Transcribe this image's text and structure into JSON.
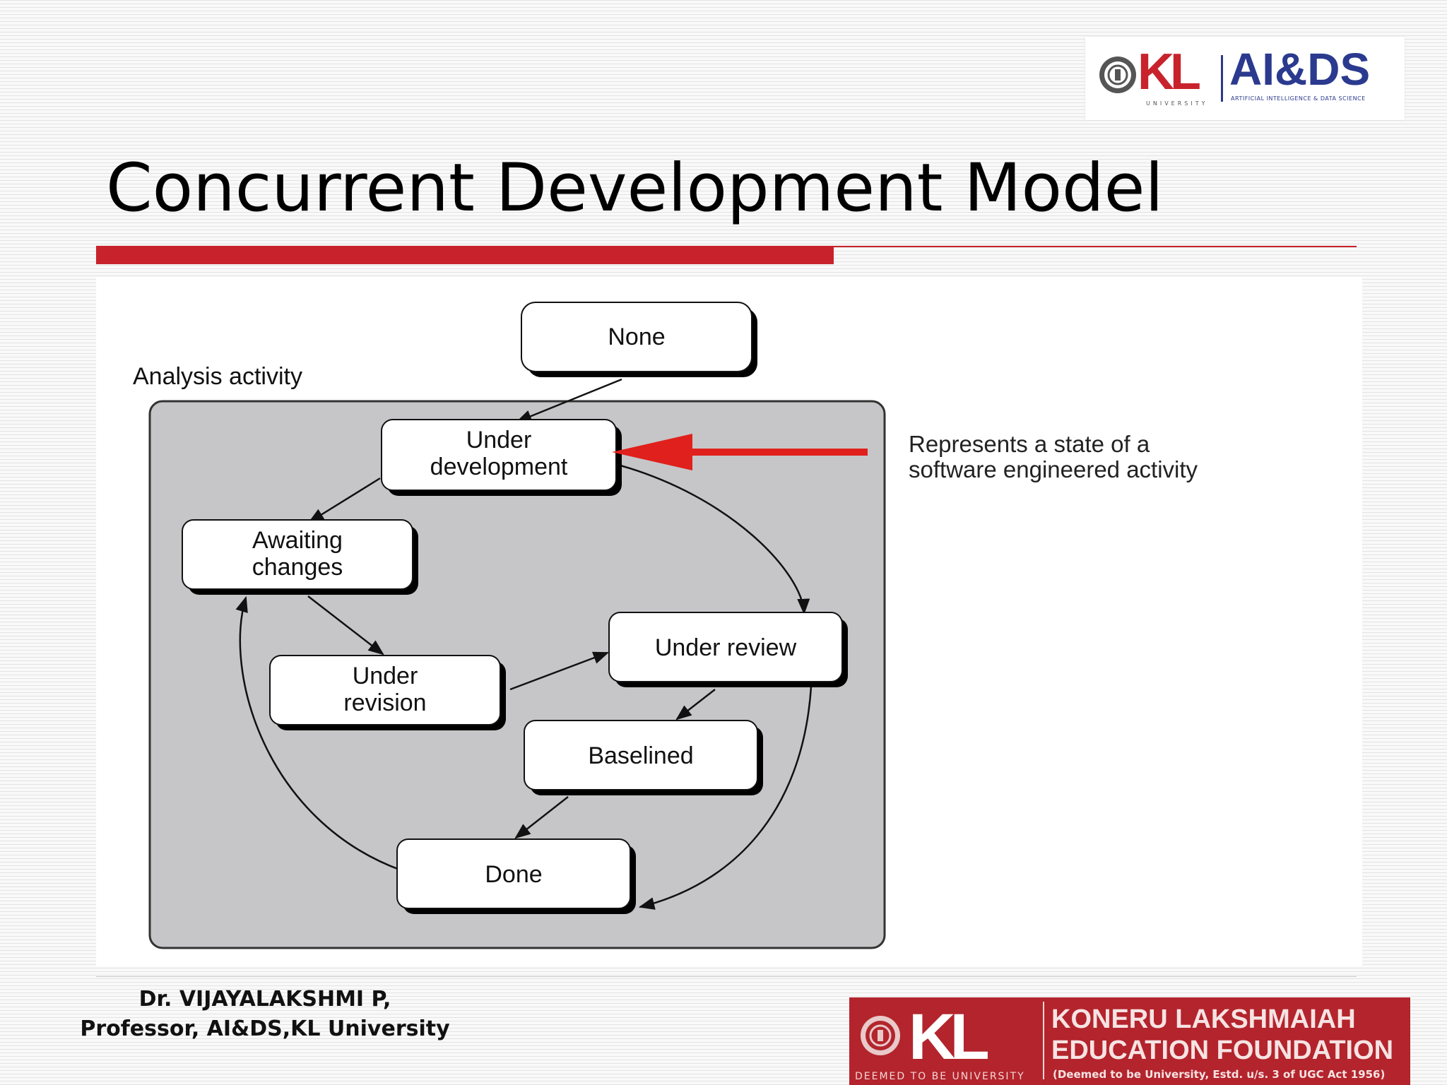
{
  "slide": {
    "title": "Concurrent Development Model",
    "author_name": "Dr. VIJAYALAKSHMI P,",
    "author_role": "Professor, AI&DS,KL University"
  },
  "logo_top": {
    "mark": "KL",
    "university": "UNIVERSITY",
    "dept": "AI&DS",
    "dept_full": "ARTIFICIAL INTELLIGENCE & DATA SCIENCE"
  },
  "logo_bottom": {
    "mark": "KL",
    "university": "DEEMED TO BE UNIVERSITY",
    "org_line1": "KONERU LAKSHMAIAH",
    "org_line2": "EDUCATION FOUNDATION",
    "deemed": "(Deemed to be University, Estd. u/s. 3 of UGC Act 1956)"
  },
  "diagram": {
    "activity_label": "Analysis activity",
    "annotation_line1": "Represents a state of a",
    "annotation_line2": "software engineered activity",
    "states": {
      "none": "None",
      "under_development_1": "Under",
      "under_development_2": "development",
      "awaiting_changes_1": "Awaiting",
      "awaiting_changes_2": "changes",
      "under_revision_1": "Under",
      "under_revision_2": "revision",
      "under_review": "Under review",
      "baselined": "Baselined",
      "done": "Done"
    },
    "colors": {
      "activity_fill": "#c6c6c8",
      "pointer_arrow": "#e0201c"
    }
  }
}
